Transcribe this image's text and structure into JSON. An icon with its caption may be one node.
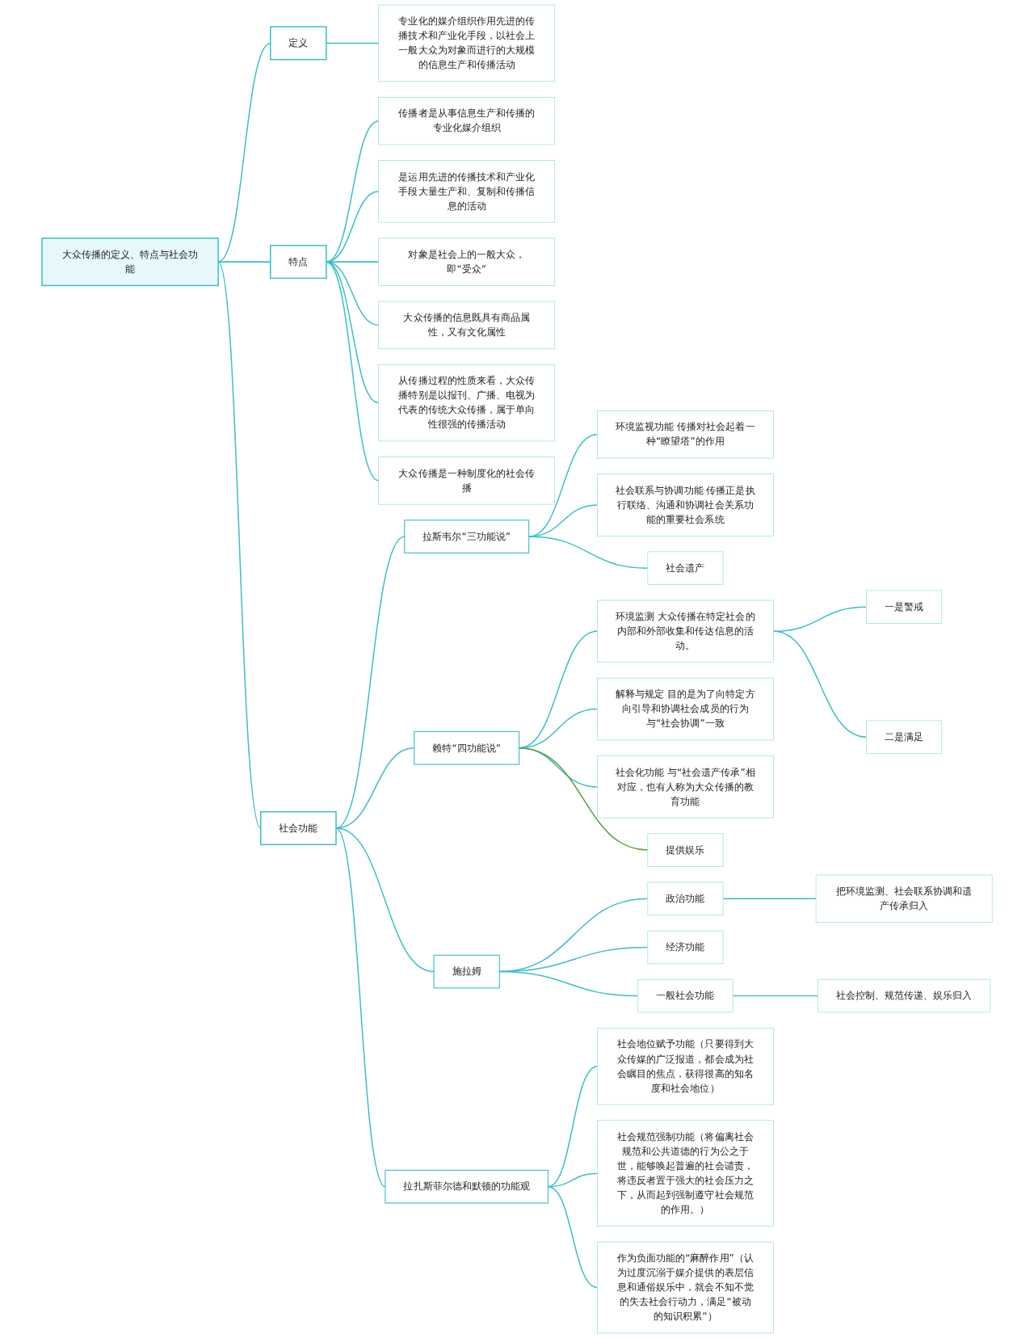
{
  "diagram": {
    "nodes": [
      {
        "text": [
          "大众传播的定义、特点与社会功能"
        ]
      },
      {
        "text": [
          "定义"
        ]
      },
      {
        "text": [
          "专业化的媒介组织作用先进的传播技术和产业化手段，以社会上一般大众为对象而进行的大规模的信息生产和传播活动"
        ]
      },
      {
        "text": [
          "特点"
        ]
      },
      {
        "text": [
          "传播者是从事信息生产和传播的专业化媒介组织"
        ]
      },
      {
        "text": [
          "是运用先进的传播技术和产业化手段大量生产和、复制和传播信息的活动"
        ]
      },
      {
        "text": [
          "对象是社会上的一般大众，即“受众”"
        ]
      },
      {
        "text": [
          "大众传播的信息既具有商品属性，又有文化属性"
        ]
      },
      {
        "text": [
          "从传播过程的性质来看，大众传播特别是以报刊、广播、电视为代表的传统大众传播，属于单向性很强的传播活动"
        ]
      },
      {
        "text": [
          "大众传播是一种制度化的社会传播"
        ]
      },
      {
        "text": [
          "社会功能"
        ]
      },
      {
        "text": [
          "拉斯韦尔“三功能说”"
        ]
      },
      {
        "text": [
          "环境监视功能 传播对社会起着一种“瞭望塔”的作用"
        ]
      },
      {
        "text": [
          "社会联系与协调功能 传播正是执行联络、沟通和协调社会关系功能的重要社会系统"
        ]
      },
      {
        "text": [
          "社会遗产"
        ]
      },
      {
        "text": [
          "赖特“四功能说”"
        ]
      },
      {
        "text": [
          "环境监测 大众传播在特定社会的内部和外部收集和传达信息的活动。"
        ]
      },
      {
        "text": [
          "一是警戒"
        ]
      },
      {
        "text": [
          "二是满足"
        ]
      },
      {
        "text": [
          "解释与规定 目的是为了向特定方向引导和协调社会成员的行为与“社会协调”一致"
        ]
      },
      {
        "text": [
          "社会化功能 与“社会遗产传承”相对应，也有人称为大众传播的教育功能"
        ]
      },
      {
        "text": [
          "提供娱乐"
        ]
      },
      {
        "text": [
          "施拉姆"
        ]
      },
      {
        "text": [
          "政治功能"
        ]
      },
      {
        "text": [
          "把环境监测、社会联系协调和遗产传承归入"
        ]
      },
      {
        "text": [
          "经济功能"
        ]
      },
      {
        "text": [
          "一般社会功能"
        ]
      },
      {
        "text": [
          "社会控制、规范传递、娱乐归入"
        ]
      },
      {
        "text": [
          "拉扎斯菲尔德和默顿的功能观"
        ]
      },
      {
        "text": [
          "社会地位赋予功能（只要得到大众传媒的广泛报道，都会成为社会瞩目的焦点，获得很高的知名度和社会地位）"
        ]
      },
      {
        "text": [
          "社会规范强制功能（将偏离社会规范和公共道德的行为公之于世，能够唤起普遍的社会谴责，将违反者置于强大的社会压力之下，从而起到强制遵守社会规范的作用。）"
        ]
      },
      {
        "text": [
          "作为负面功能的“麻醉作用”（认为过度沉溺于媒介提供的表层信息和通俗娱乐中，就会不知不觉的失去社会行动力，满足“被动的知识积累”）"
        ]
      }
    ],
    "edges": [
      {
        "from": 0,
        "to": 1,
        "arrow": "none"
      },
      {
        "from": 1,
        "to": 2,
        "arrow": "none"
      },
      {
        "from": 0,
        "to": 3,
        "arrow": "none"
      },
      {
        "from": 3,
        "to": 4,
        "arrow": "none"
      },
      {
        "from": 3,
        "to": 5,
        "arrow": "none"
      },
      {
        "from": 3,
        "to": 6,
        "arrow": "none"
      },
      {
        "from": 3,
        "to": 7,
        "arrow": "none"
      },
      {
        "from": 3,
        "to": 8,
        "arrow": "none"
      },
      {
        "from": 3,
        "to": 9,
        "arrow": "none"
      },
      {
        "from": 0,
        "to": 10,
        "arrow": "none"
      },
      {
        "from": 10,
        "to": 11,
        "arrow": "none"
      },
      {
        "from": 11,
        "to": 12,
        "arrow": "none"
      },
      {
        "from": 11,
        "to": 13,
        "arrow": "none"
      },
      {
        "from": 11,
        "to": 14,
        "arrow": "none"
      },
      {
        "from": 10,
        "to": 15,
        "arrow": "none"
      },
      {
        "from": 15,
        "to": 16,
        "arrow": "none"
      },
      {
        "from": 16,
        "to": 17,
        "arrow": "none"
      },
      {
        "from": 16,
        "to": 18,
        "arrow": "none"
      },
      {
        "from": 15,
        "to": 19,
        "arrow": "none"
      },
      {
        "from": 15,
        "to": 20,
        "arrow": "none"
      },
      {
        "from": 15,
        "to": 21,
        "arrow": "none",
        "color": "#5e9e3c"
      },
      {
        "from": 10,
        "to": 22,
        "arrow": "none"
      },
      {
        "from": 22,
        "to": 23,
        "arrow": "none"
      },
      {
        "from": 23,
        "to": 24,
        "arrow": "none"
      },
      {
        "from": 22,
        "to": 25,
        "arrow": "none"
      },
      {
        "from": 22,
        "to": 26,
        "arrow": "none"
      },
      {
        "from": 26,
        "to": 27,
        "arrow": "none"
      },
      {
        "from": 10,
        "to": 28,
        "arrow": "none"
      },
      {
        "from": 28,
        "to": 29,
        "arrow": "none"
      },
      {
        "from": 28,
        "to": 30,
        "arrow": "none"
      },
      {
        "from": 28,
        "to": 31,
        "arrow": "none"
      }
    ]
  }
}
